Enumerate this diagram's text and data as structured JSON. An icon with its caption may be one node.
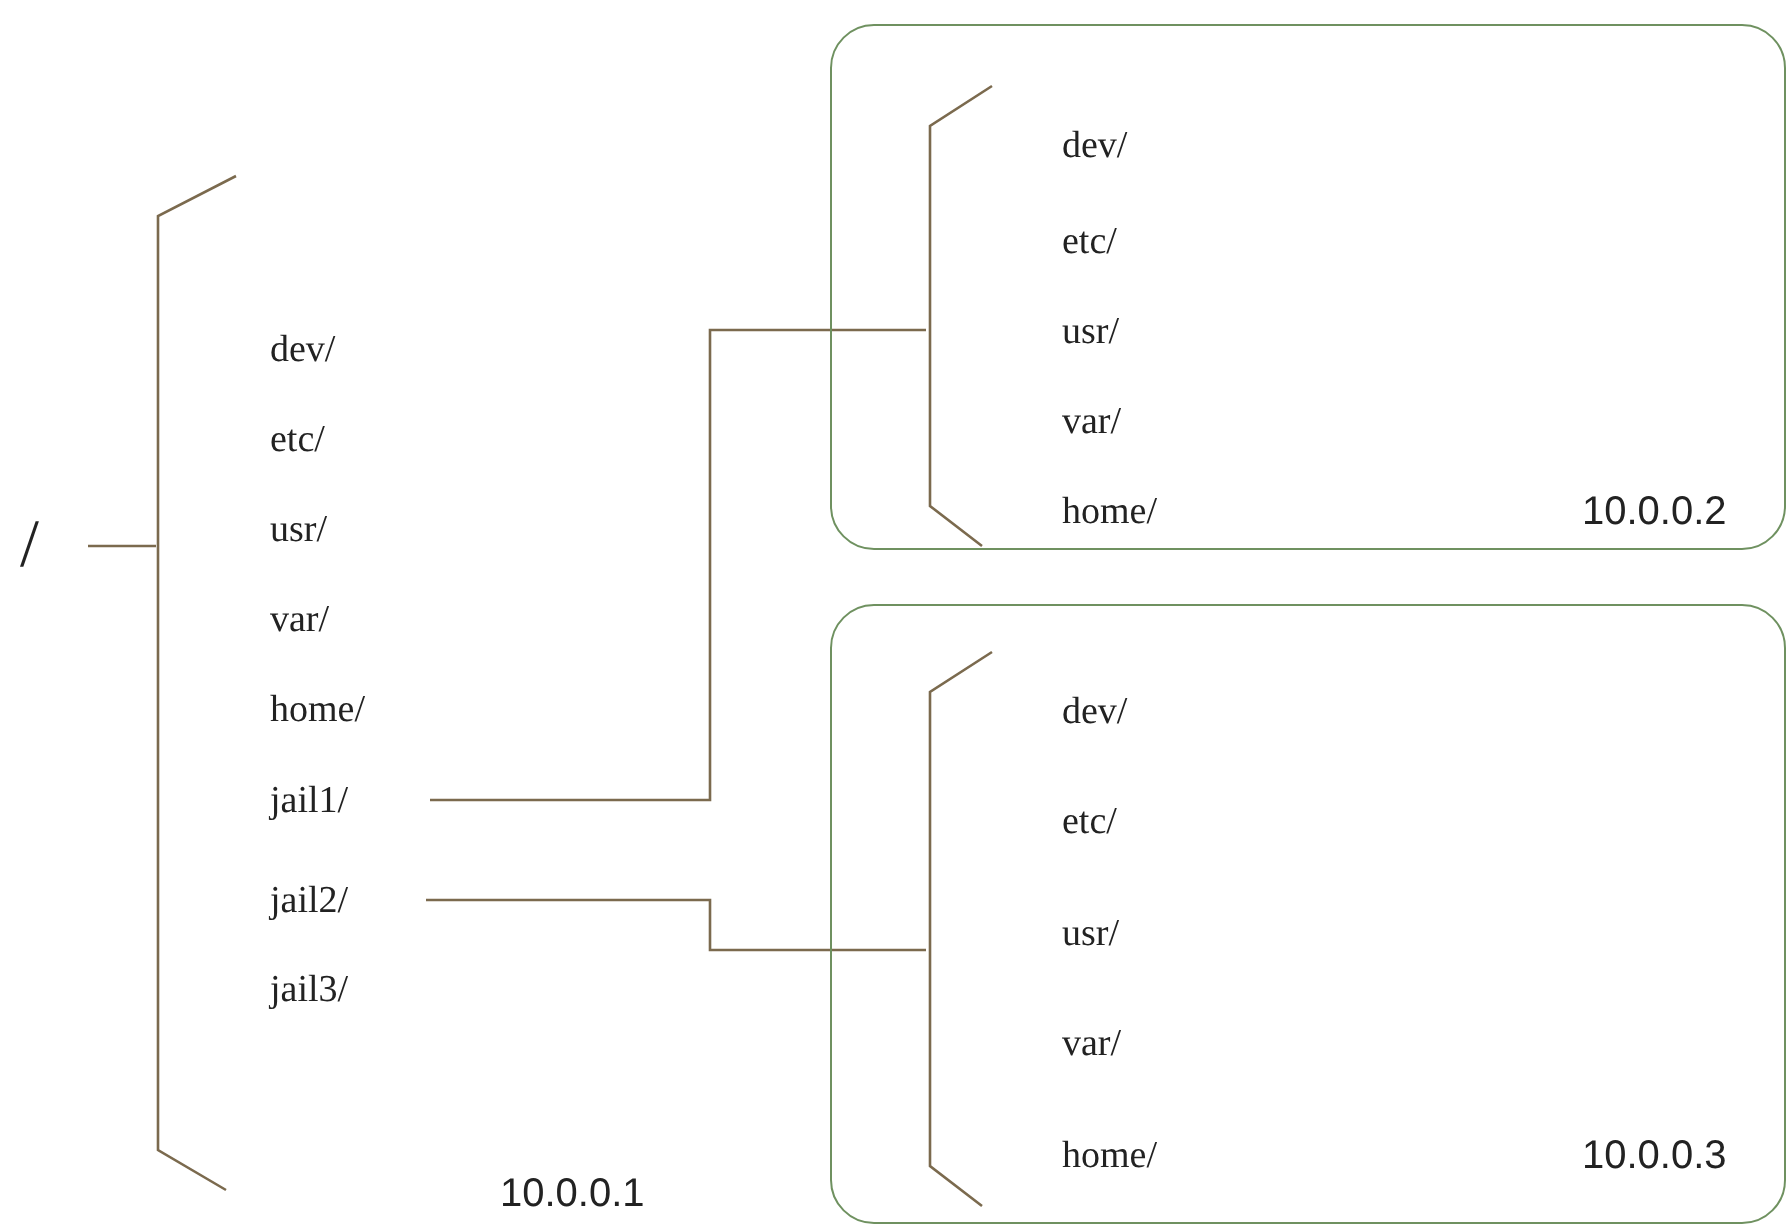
{
  "diagram": {
    "nodes": [
      {
        "text": [
          "/"
        ]
      },
      {
        "text": [],
        "shape": "bracket"
      },
      {
        "text": [
          "jail1/"
        ]
      },
      {
        "text": [
          "jail2/"
        ]
      },
      {
        "text": [
          "dev/",
          "etc/",
          "usr/",
          "var/",
          "home/",
          "10.0.0.2"
        ]
      },
      {
        "text": [],
        "shape": "bracket",
        "in": 4
      },
      {
        "text": [
          "dev/",
          "etc/",
          "usr/",
          "var/",
          "home/",
          "10.0.0.3"
        ]
      },
      {
        "text": [],
        "shape": "bracket",
        "in": 6
      }
    ],
    "edges": [
      {
        "from": 0,
        "to": 1,
        "arrow": "none"
      },
      {
        "from": 2,
        "to": 5,
        "arrow": "none"
      },
      {
        "from": 3,
        "to": 7,
        "arrow": "none"
      }
    ],
    "labels": [
      "dev/",
      "etc/",
      "usr/",
      "var/",
      "home/",
      "jail3/",
      "10.0.0.1"
    ]
  }
}
